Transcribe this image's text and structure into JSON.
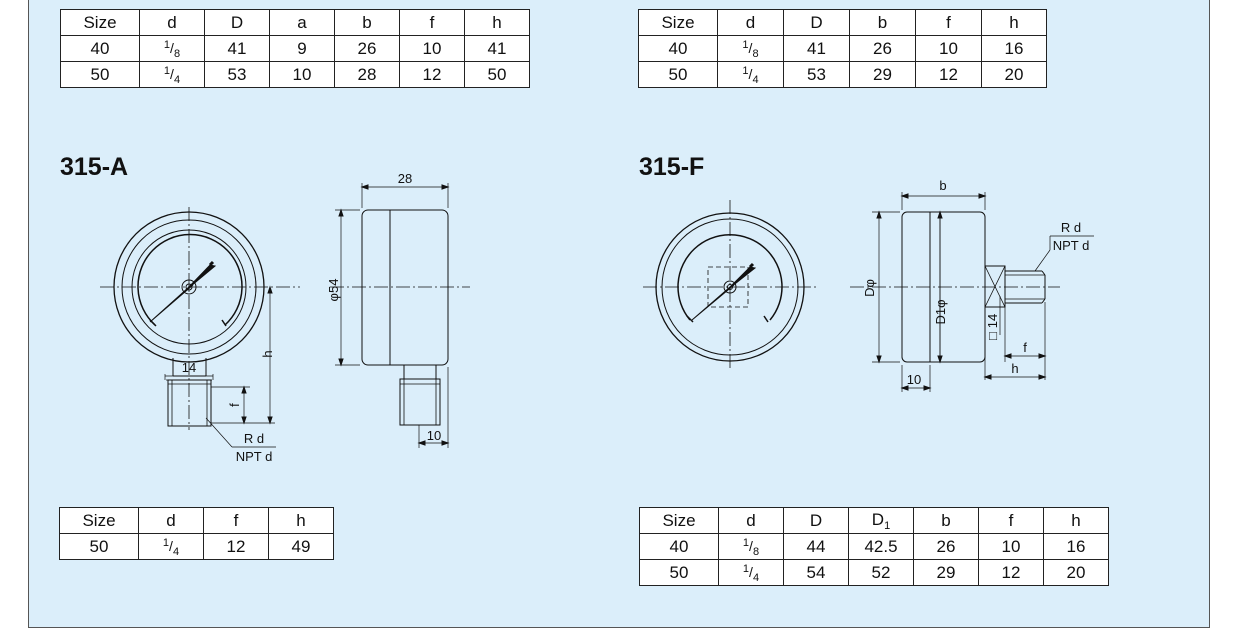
{
  "table_top_left": {
    "headers": [
      "Size",
      "d",
      "D",
      "a",
      "b",
      "f",
      "h"
    ],
    "rows": [
      [
        "40",
        "1/8",
        "41",
        "9",
        "26",
        "10",
        "41"
      ],
      [
        "50",
        "1/4",
        "53",
        "10",
        "28",
        "12",
        "50"
      ]
    ]
  },
  "table_top_right": {
    "headers": [
      "Size",
      "d",
      "D",
      "b",
      "f",
      "h"
    ],
    "rows": [
      [
        "40",
        "1/8",
        "41",
        "26",
        "10",
        "16"
      ],
      [
        "50",
        "1/4",
        "53",
        "29",
        "12",
        "20"
      ]
    ]
  },
  "model_a": {
    "title": "315-A",
    "labels": {
      "width": "28",
      "diameter": "φ54",
      "h": "h",
      "hex": "14",
      "f": "f",
      "rd": "R d",
      "npt": "NPT d",
      "depth": "10"
    }
  },
  "model_f": {
    "title": "315-F",
    "labels": {
      "b": "b",
      "rd": "R d",
      "npt": "NPT d",
      "D": "Dφ",
      "D1": "D1φ",
      "hex": "14",
      "sq": "□",
      "f": "f",
      "h": "h",
      "ten": "10"
    }
  },
  "table_bottom_left": {
    "headers": [
      "Size",
      "d",
      "f",
      "h"
    ],
    "rows": [
      [
        "50",
        "1/4",
        "12",
        "49"
      ]
    ]
  },
  "table_bottom_right": {
    "headers": [
      "Size",
      "d",
      "D",
      "D1",
      "b",
      "f",
      "h"
    ],
    "rows": [
      [
        "40",
        "1/8",
        "44",
        "42.5",
        "26",
        "10",
        "16"
      ],
      [
        "50",
        "1/4",
        "54",
        "52",
        "29",
        "12",
        "20"
      ]
    ]
  }
}
